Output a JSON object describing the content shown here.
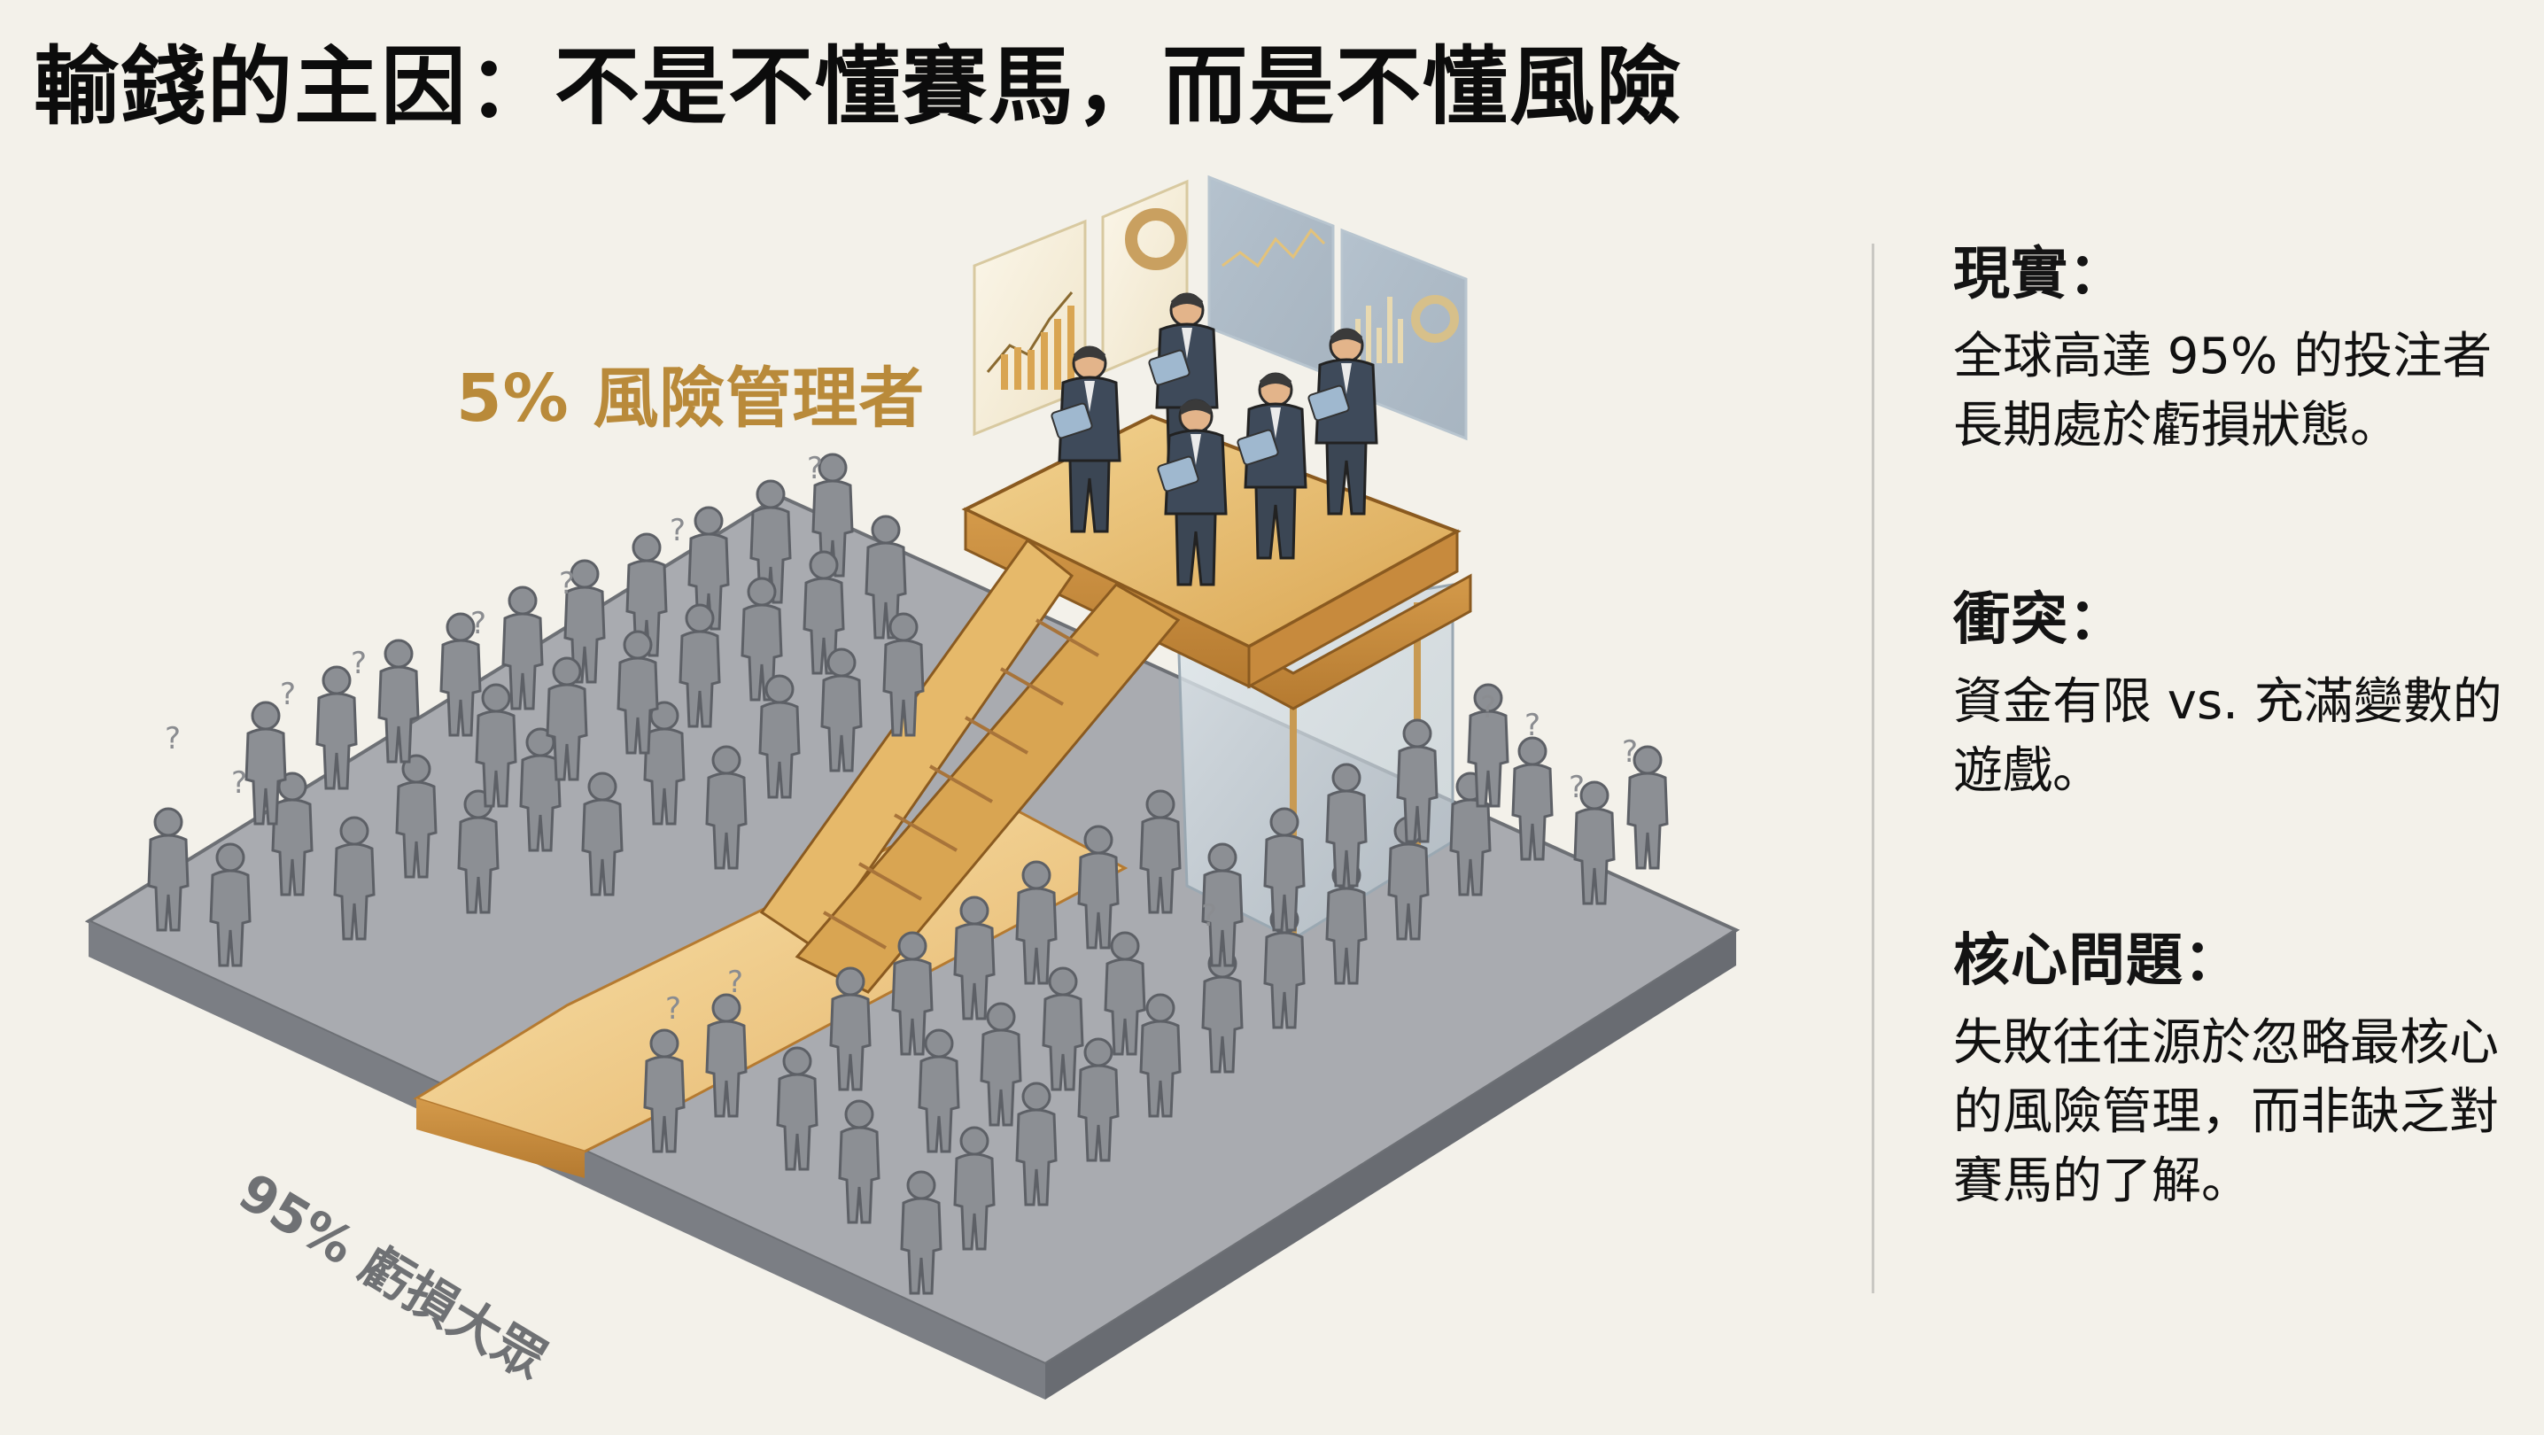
{
  "slide": {
    "title": "輸錢的主因：不是不懂賽馬，而是不懂風險",
    "background_color": "#f3f1ea"
  },
  "illustration": {
    "top_label": "5% 風險管理者",
    "bottom_label": "95% 虧損大眾",
    "top_label_color": "#b98a3a",
    "bottom_label_color": "#6f7174",
    "elements": {
      "platform_color": "#8e9196",
      "gold_color": "#d9a552",
      "crowd_color": "#8a8d92",
      "suit_color": "#3e4a5a",
      "question_mark": "?",
      "dashboards_count": 4,
      "executives_count": 5
    }
  },
  "panel": {
    "sections": [
      {
        "heading": "現實：",
        "body": "全球高達 95% 的投注者長期處於虧損狀態。"
      },
      {
        "heading": "衝突：",
        "body": "資金有限 vs. 充滿變數的遊戲。"
      },
      {
        "heading": "核心問題：",
        "body": "失敗往往源於忽略最核心的風險管理，而非缺乏對賽馬的了解。"
      }
    ]
  }
}
